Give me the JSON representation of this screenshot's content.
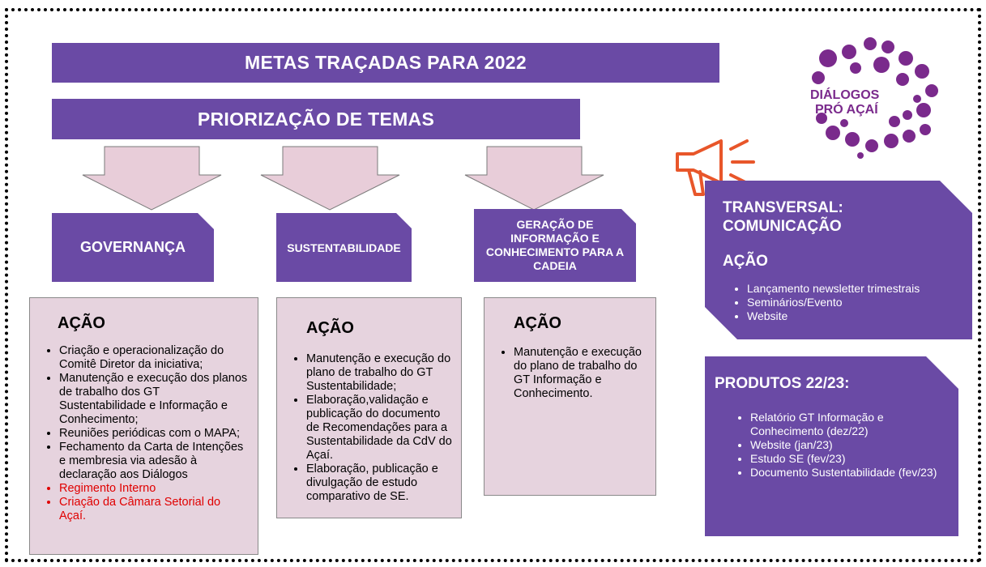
{
  "title": "METAS TRAÇADAS PARA 2022",
  "subtitle": "PRIORIZAÇÃO DE TEMAS",
  "logo_text": [
    "DIÁLOGOS",
    "PRÓ AÇAÍ"
  ],
  "columns": [
    {
      "category": "GOVERNANÇA",
      "heading": "AÇÃO",
      "items": [
        {
          "text": "Criação e operacionalização do Comitê Diretor da iniciativa;",
          "highlight": false
        },
        {
          "text": "Manutenção e execução dos planos de trabalho dos GT Sustentabilidade e Informação e Conhecimento;",
          "highlight": false
        },
        {
          "text": "Reuniões periódicas com o MAPA;",
          "highlight": false
        },
        {
          "text": "Fechamento da Carta de Intenções e membresia via adesão à declaração aos Diálogos",
          "highlight": false
        },
        {
          "text": "Regimento Interno",
          "highlight": true
        },
        {
          "text": "Criação da Câmara Setorial do Açaí.",
          "highlight": true
        }
      ]
    },
    {
      "category": "SUSTENTABILIDADE",
      "heading": "AÇÃO",
      "items": [
        {
          "text": "Manutenção e execução do plano de trabalho do GT Sustentabilidade;",
          "highlight": false
        },
        {
          "text": "Elaboração,validação e publicação do documento de Recomendações para a Sustentabilidade da CdV do Açaí.",
          "highlight": false
        },
        {
          "text": "Elaboração, publicação e divulgação de estudo comparativo de SE.",
          "highlight": false
        }
      ]
    },
    {
      "category": "GERAÇÃO DE INFORMAÇÃO E CONHECIMENTO PARA A CADEIA",
      "heading": "AÇÃO",
      "items": [
        {
          "text": "Manutenção e execução do plano de trabalho do GT Informação e Conhecimento.",
          "highlight": false
        }
      ]
    }
  ],
  "transversal": {
    "title": "TRANSVERSAL: COMUNICAÇÃO",
    "heading": "AÇÃO",
    "items": [
      "Lançamento newsletter trimestrais",
      "Seminários/Evento",
      "Website"
    ]
  },
  "produtos": {
    "title": "PRODUTOS 22/23:",
    "items": [
      "Relatório GT Informação e Conhecimento (dez/22)",
      "Website (jan/23)",
      "Estudo SE (fev/23)",
      "Documento Sustentabilidade (fev/23)"
    ]
  },
  "colors": {
    "primary": "#6a4aa5",
    "panel": "#e6d3de",
    "arrow": "#e8cdd9",
    "highlight": "#e00000",
    "megaphone": "#e8562a",
    "logo": "#7a2a8c"
  },
  "icons": [
    "megaphone-icon",
    "logo-icon"
  ]
}
